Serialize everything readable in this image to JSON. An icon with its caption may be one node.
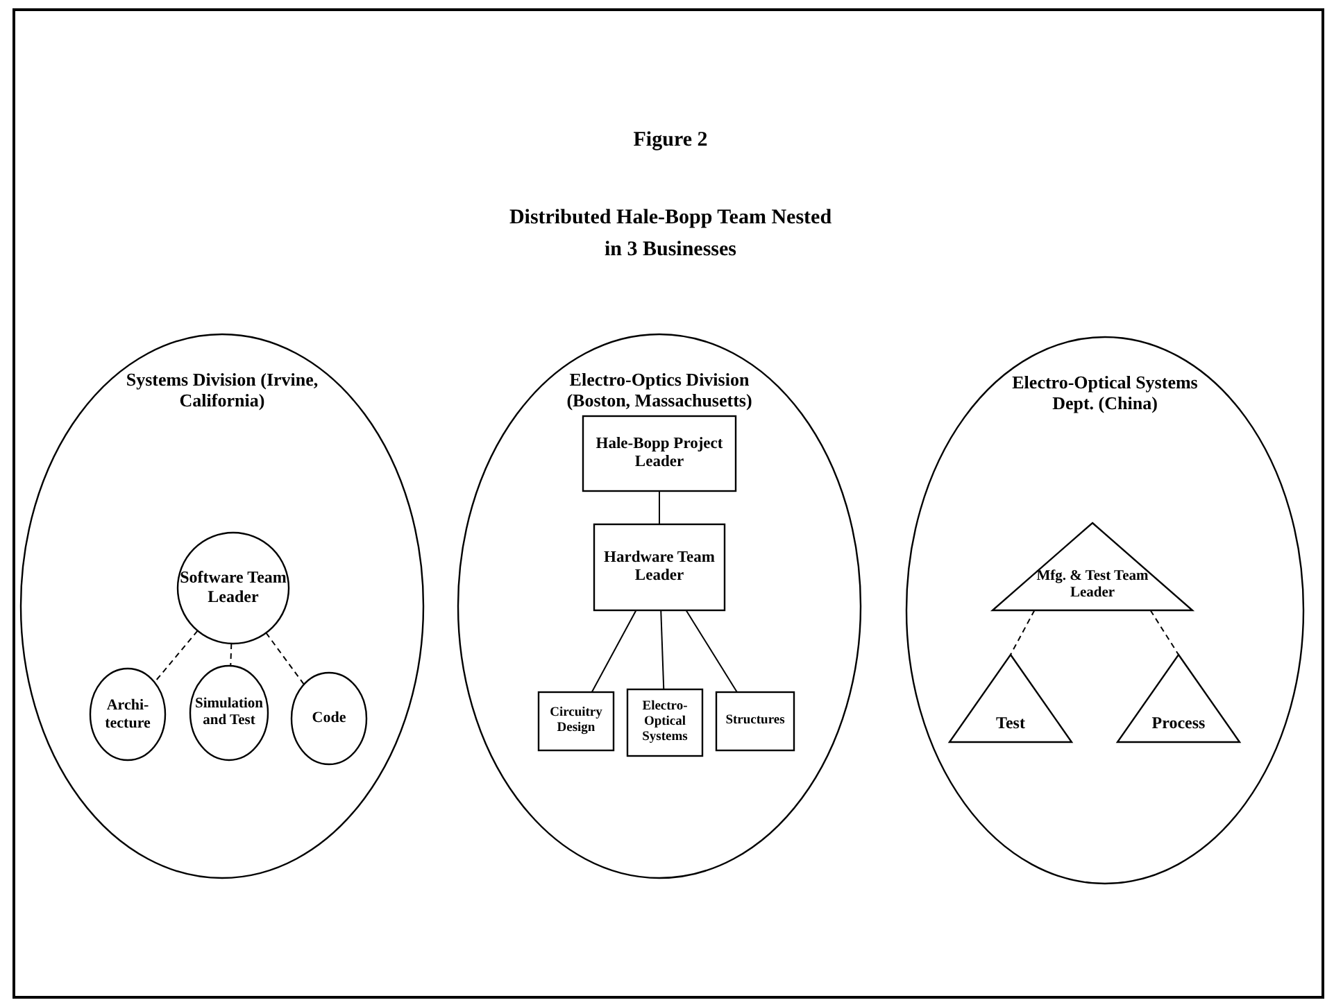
{
  "diagram": {
    "title": "Distributed Hale-Bopp Team Nested in 3 Businesses",
    "nodes": [
      {
        "text": [
          "Systems Division (Irvine, California)"
        ]
      },
      {
        "text": [
          "Software Team Leader"
        ],
        "in": 0
      },
      {
        "text": [
          "Archi- tecture"
        ],
        "in": 0
      },
      {
        "text": [
          "Simulation and Test"
        ],
        "in": 0
      },
      {
        "text": [
          "Code"
        ],
        "in": 0
      },
      {
        "text": [
          "Electro-Optics Division (Boston, Massachusetts)"
        ]
      },
      {
        "text": [
          "Hale-Bopp Project Leader"
        ],
        "in": 5
      },
      {
        "text": [
          "Hardware Team Leader"
        ],
        "in": 5
      },
      {
        "text": [
          "Circuitry Design"
        ],
        "in": 5
      },
      {
        "text": [
          "Electro- Optical Systems"
        ],
        "in": 5
      },
      {
        "text": [
          "Structures"
        ],
        "in": 5
      },
      {
        "text": [
          "Electro-Optical Systems Dept. (China)"
        ]
      },
      {
        "text": [
          "Mfg. & Test Team Leader"
        ],
        "in": 11
      },
      {
        "text": [
          "Test"
        ],
        "in": 11
      },
      {
        "text": [
          "Process"
        ],
        "in": 11
      }
    ],
    "edges": [
      {
        "from": 1,
        "to": 2,
        "arrow": "none",
        "style": "dashed"
      },
      {
        "from": 1,
        "to": 3,
        "arrow": "none",
        "style": "dashed"
      },
      {
        "from": 1,
        "to": 4,
        "arrow": "none",
        "style": "dashed"
      },
      {
        "from": 6,
        "to": 7,
        "arrow": "none"
      },
      {
        "from": 7,
        "to": 8,
        "arrow": "none"
      },
      {
        "from": 7,
        "to": 9,
        "arrow": "none"
      },
      {
        "from": 7,
        "to": 10,
        "arrow": "none"
      },
      {
        "from": 12,
        "to": 13,
        "arrow": "none",
        "style": "dashed"
      },
      {
        "from": 12,
        "to": 14,
        "arrow": "none",
        "style": "dashed"
      }
    ],
    "labels": [
      "Figure 2"
    ]
  }
}
